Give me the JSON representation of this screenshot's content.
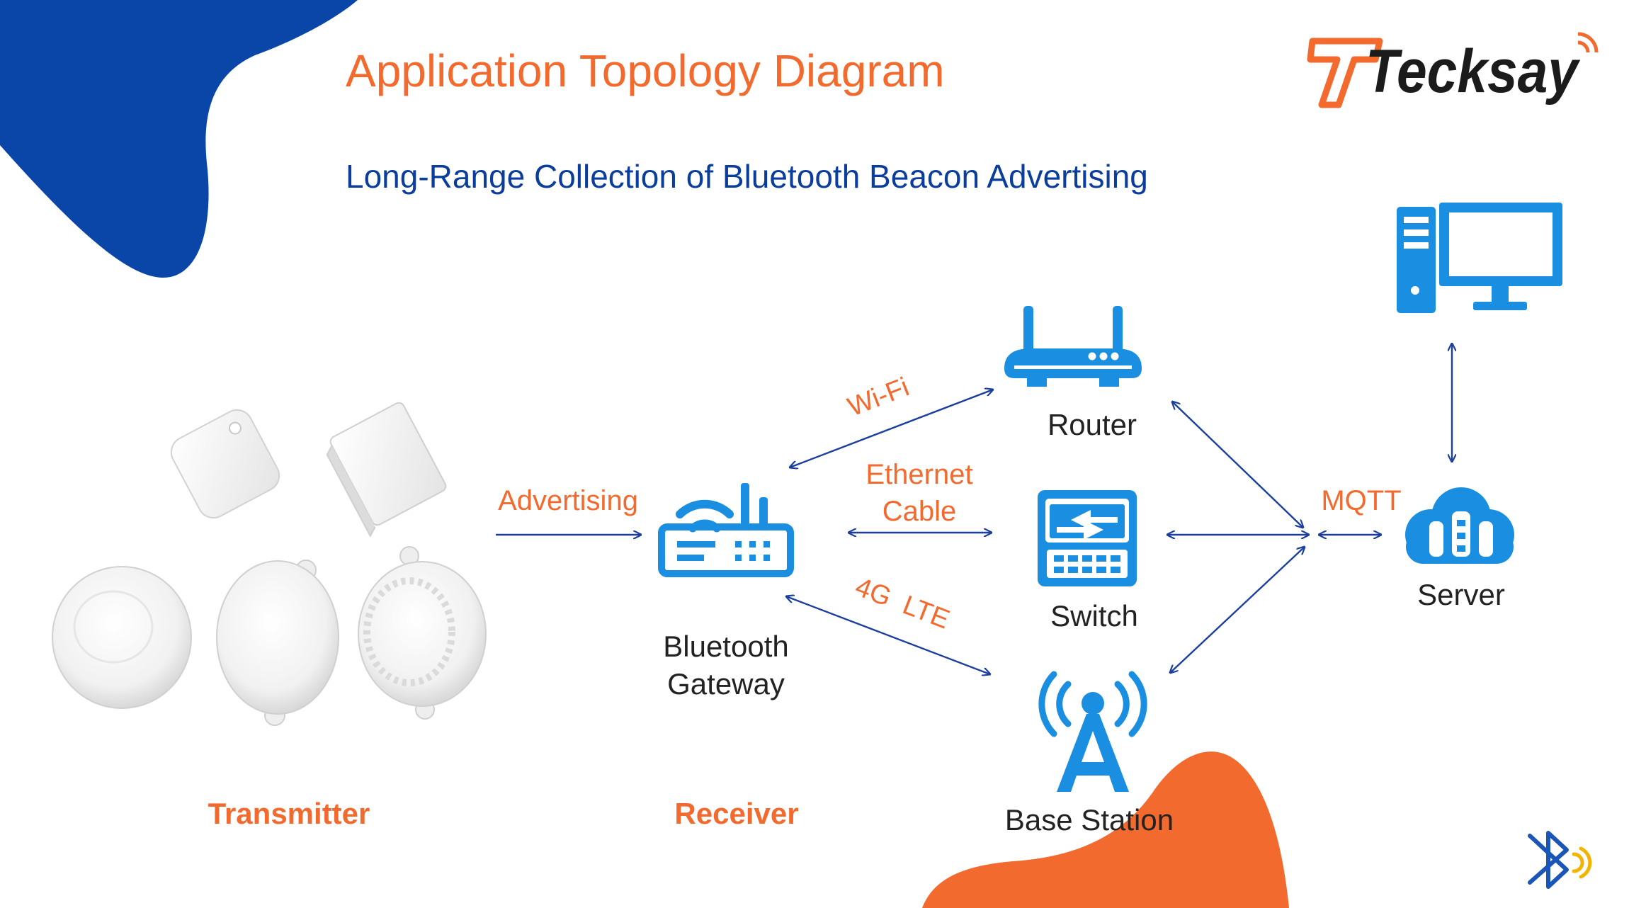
{
  "title": "Application Topology Diagram",
  "subtitle": "Long-Range Collection of Bluetooth Beacon Advertising",
  "logo": {
    "text": "Tecksay"
  },
  "colors": {
    "accent_orange": "#f26a2e",
    "brand_blue": "#0a45a8",
    "icon_blue": "#1a8ee0",
    "link_navy": "#1c3f9e"
  },
  "sections": {
    "transmitter": "Transmitter",
    "receiver": "Receiver"
  },
  "nodes": {
    "gateway": {
      "line1": "Bluetooth",
      "line2": "Gateway",
      "icon": "wifi-router-icon"
    },
    "router": {
      "label": "Router",
      "icon": "router-icon"
    },
    "switch": {
      "label": "Switch",
      "icon": "network-switch-icon"
    },
    "base_station": {
      "label": "Base Station",
      "icon": "cell-tower-icon"
    },
    "server": {
      "label": "Server",
      "icon": "cloud-server-icon"
    },
    "computer": {
      "icon": "desktop-computer-icon"
    }
  },
  "links": {
    "advertising": "Advertising",
    "wifi": "Wi-Fi",
    "ethernet_line1": "Ethernet",
    "ethernet_line2": "Cable",
    "lte": "4G  LTE",
    "mqtt": "MQTT"
  },
  "bluetooth_badge": {
    "icon": "bluetooth-signal-icon"
  }
}
